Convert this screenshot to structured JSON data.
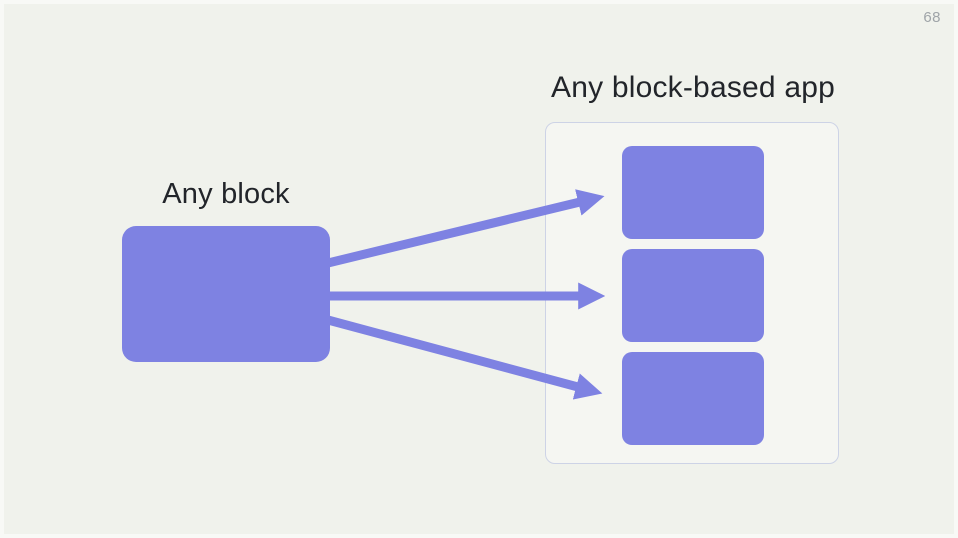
{
  "page_number": "68",
  "source": {
    "label": "Any block"
  },
  "app": {
    "title": "Any block-based app",
    "block_count": 3,
    "arrow_count": 3
  },
  "colors": {
    "background": "#F0F2EC",
    "accent": "#7E82E2",
    "container-border": "#CDD3E6",
    "text": "#22252A",
    "muted": "#9FA4A8"
  }
}
